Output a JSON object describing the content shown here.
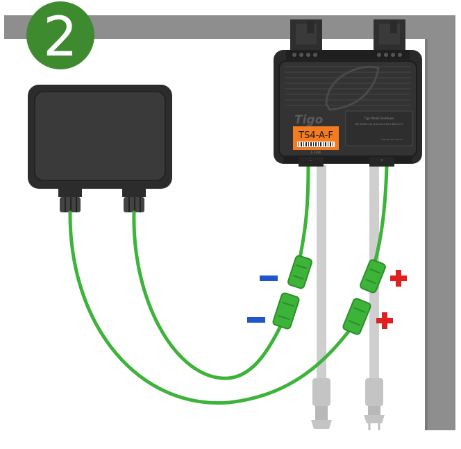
{
  "step": {
    "number": "2",
    "badge_color": "#3d8b2e"
  },
  "optimizer": {
    "brand": "Tigo",
    "model": "TS4-A-F",
    "serial": "F-1234",
    "spec_title": "Tigo Model Shutdown",
    "spec_line": "IEC 62109-1/2 and CSA C22.2 No.107.1",
    "spec_line2": "Ratings: See manual",
    "label_color": "#f47b20",
    "port_neg": "−",
    "port_pos": "+"
  },
  "junction_box": {
    "color": "#2c2c2c"
  },
  "colors": {
    "cable": "#3db33a",
    "cable_dark": "#2a8f28",
    "frame": "#8e8e8e",
    "pv_cable": "#cfcfcf"
  },
  "polarity": {
    "neg_color": "#2255cc",
    "pos_color": "#e02020"
  }
}
